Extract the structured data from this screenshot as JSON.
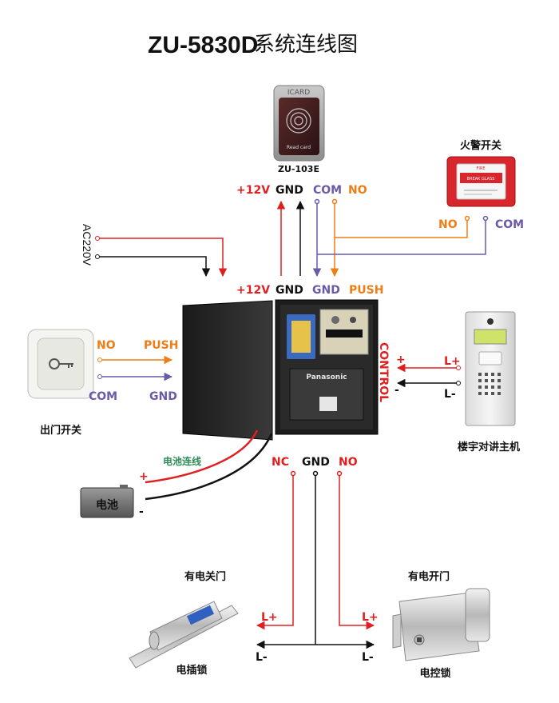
{
  "title": {
    "model": "ZU-5830D",
    "subtitle": "系统连线图"
  },
  "reader": {
    "model": "ZU-103E",
    "brand": "ICARD",
    "face_text": "Read card"
  },
  "fire_switch": {
    "caption": "火警开关",
    "face_top": "FIRE",
    "face_mid": "BREAK GLASS",
    "no": "NO",
    "com": "COM"
  },
  "reader_terminals": {
    "v12": "+12V",
    "gnd": "GND",
    "com": "COM",
    "no": "NO"
  },
  "power_terminals": {
    "v12": "+12V",
    "gnd": "GND",
    "gnd2": "GND",
    "push": "PUSH"
  },
  "ac_input": {
    "label": "AC220V"
  },
  "exit_button": {
    "caption": "出门开关",
    "no": "NO",
    "push": "PUSH",
    "com": "COM",
    "gnd": "GND"
  },
  "controller": {
    "battery_brand": "Panasonic"
  },
  "intercom": {
    "caption": "楼宇对讲主机",
    "control": "CONTROL",
    "plus": "+",
    "minus": "-",
    "lplus": "L+",
    "lminus": "L-"
  },
  "battery": {
    "label": "电池",
    "wire_label": "电池连线",
    "plus": "+",
    "minus": "-"
  },
  "lock_output": {
    "nc": "NC",
    "gnd": "GND",
    "no": "NO"
  },
  "fail_secure": {
    "caption": "有电关门",
    "lock_caption": "电插锁",
    "lplus": "L+",
    "lminus": "L-"
  },
  "fail_safe": {
    "caption": "有电开门",
    "lock_caption": "电控锁",
    "lplus": "L+",
    "lminus": "L-"
  },
  "colors": {
    "red": "#e02020",
    "black": "#111111",
    "purple": "#6a5aa8",
    "orange": "#ee7d16",
    "green": "#2e8b57"
  }
}
